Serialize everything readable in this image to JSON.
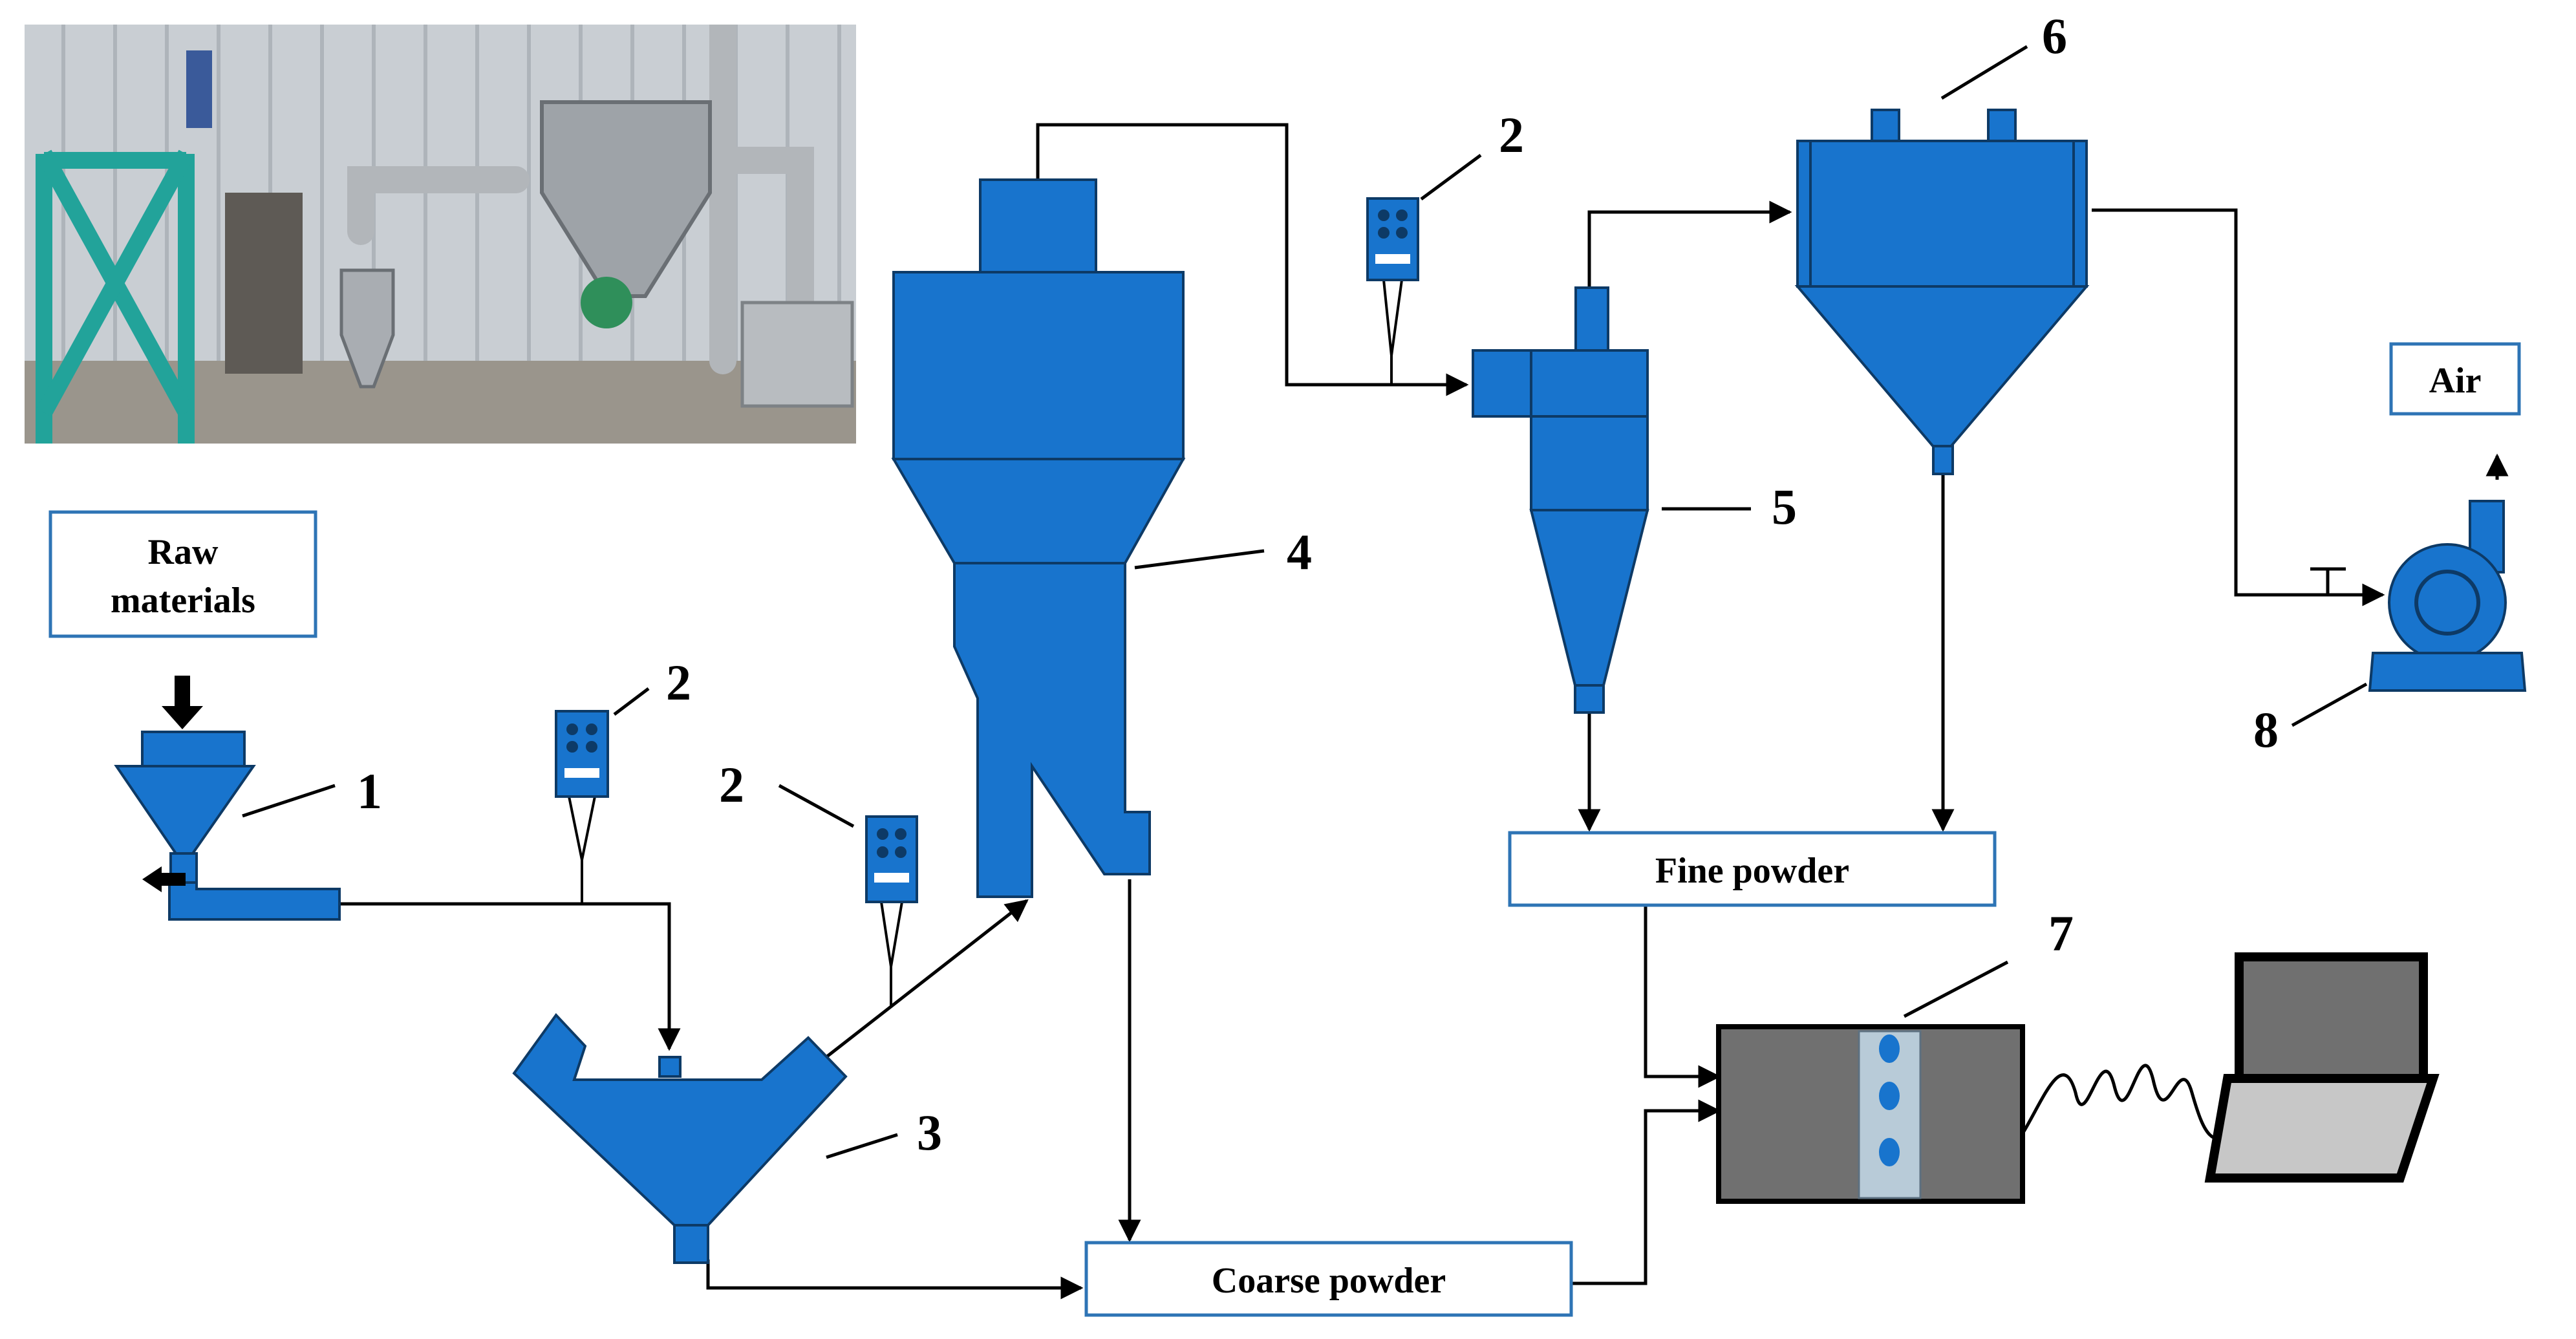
{
  "diagram": {
    "labels": {
      "raw_materials_line1": "Raw",
      "raw_materials_line2": "materials",
      "fine_powder": "Fine powder",
      "coarse_powder": "Coarse powder",
      "air": "Air"
    },
    "component_numbers": [
      "1",
      "2",
      "2",
      "2",
      "3",
      "4",
      "5",
      "6",
      "7",
      "8"
    ]
  },
  "colors": {
    "equipment_blue": "#1874cd",
    "box_border": "#2e74b5",
    "analyzer_gray": "#707070",
    "screen_gray": "#b8b8b8",
    "photo_wall": "#c9ced3",
    "photo_teal": "#22a39a"
  }
}
